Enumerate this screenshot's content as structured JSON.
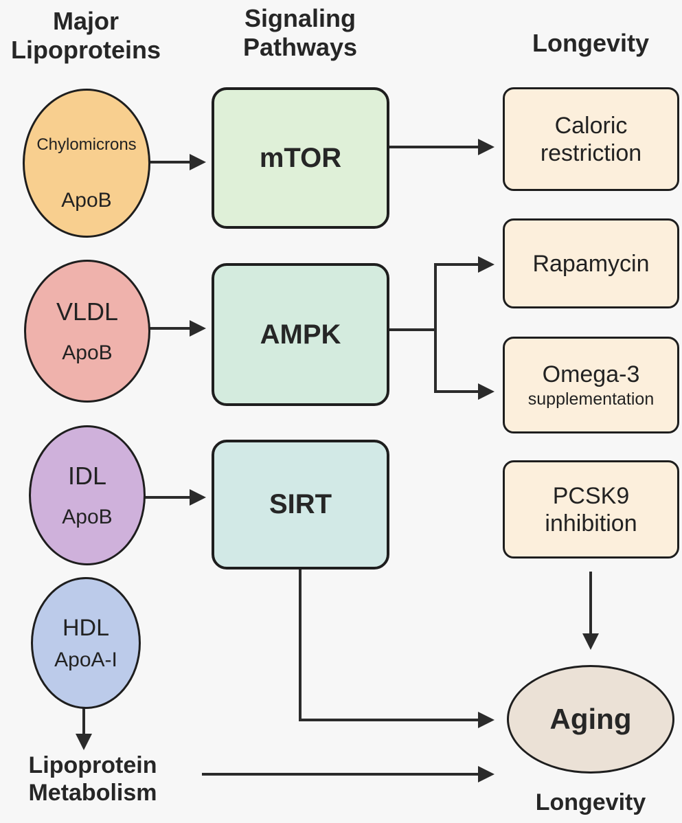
{
  "headers": {
    "lipoproteins": [
      "Major",
      "Lipoproteins"
    ],
    "pathways": [
      "Signaling",
      "Pathways"
    ],
    "longevity": "Longevity"
  },
  "lipoproteins": [
    {
      "name": "Chylomicrons",
      "apo": "ApoB",
      "color": "#f8cf8f"
    },
    {
      "name": "VLDL",
      "apo": "ApoB",
      "color": "#efb2ac"
    },
    {
      "name": "IDL",
      "apo": "ApoB",
      "color": "#cfb1db"
    },
    {
      "name": "HDL",
      "apo": "ApoA-I",
      "color": "#bccbea"
    }
  ],
  "pathways": [
    {
      "name": "mTOR",
      "color": "#dff0d8"
    },
    {
      "name": "AMPK",
      "color": "#d4ebde"
    },
    {
      "name": "SIRT",
      "color": "#d2e9e6"
    }
  ],
  "interventions": [
    {
      "lines": [
        "Caloric",
        "restriction"
      ]
    },
    {
      "lines": [
        "Rapamycin"
      ]
    },
    {
      "lines": [
        "Omega-3",
        "supplementation"
      ]
    },
    {
      "lines": [
        "PCSK9",
        "inhibition"
      ]
    }
  ],
  "outcome": {
    "name": "Aging",
    "color": "#ebe1d6"
  },
  "metabolism_label": [
    "Lipoprotein",
    "Metabolism"
  ],
  "bottom_label": "Longevity",
  "edges": [
    {
      "from": "Chylomicrons",
      "to": "mTOR"
    },
    {
      "from": "VLDL",
      "to": "AMPK"
    },
    {
      "from": "IDL",
      "to": "SIRT"
    },
    {
      "from": "mTOR",
      "to": "Caloric restriction"
    },
    {
      "from": "AMPK",
      "to": "Rapamycin"
    },
    {
      "from": "AMPK",
      "to": "Omega-3 supplementation"
    },
    {
      "from": "PCSK9 inhibition",
      "to": "Aging"
    },
    {
      "from": "SIRT",
      "to": "Aging"
    },
    {
      "from": "HDL",
      "to": "Lipoprotein Metabolism"
    },
    {
      "from": "Lipoprotein Metabolism",
      "to": "Aging"
    }
  ]
}
